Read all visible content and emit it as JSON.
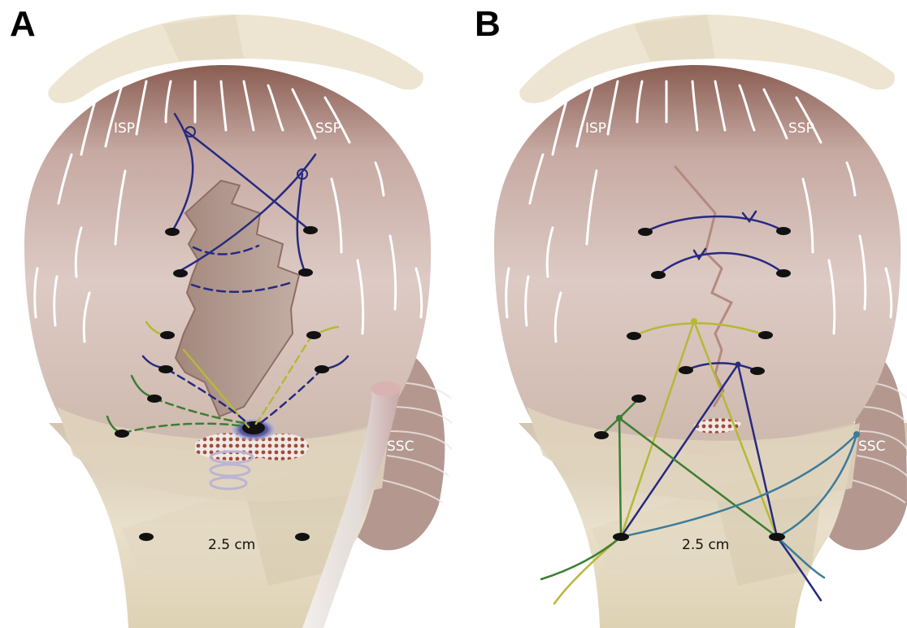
{
  "panels": [
    {
      "letter": "A",
      "labels": {
        "isp": "ISP",
        "ssp": "SSP",
        "ssc": "SSC",
        "distance": "2.5 cm"
      }
    },
    {
      "letter": "B",
      "labels": {
        "isp": "ISP",
        "ssp": "SSP",
        "ssc": "SSC",
        "distance": "2.5 cm"
      }
    }
  ],
  "colors": {
    "bone": "#ede5d2",
    "bone_shadow": "#d9cdb2",
    "cuff": "#d8c3bd",
    "cuff_dark": "#a88077",
    "tear": "#b29a90",
    "suture_navy": "#262a80",
    "suture_olive": "#b6b838",
    "suture_green": "#3d7e33",
    "suture_teal": "#3b7c9a",
    "anchor": "#111111",
    "bone_bed_dots": "#a24c38",
    "tendon_tube": "#e8e3df"
  },
  "icons": [
    "suture-anchor-icon",
    "screw-anchor-icon",
    "sliding-knot-icon"
  ]
}
